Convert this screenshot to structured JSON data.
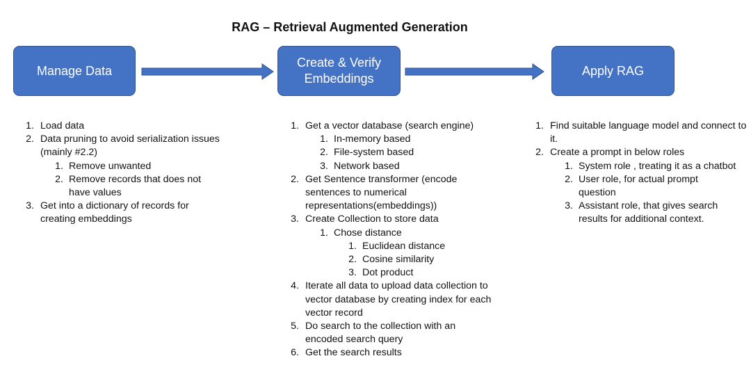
{
  "title": "RAG – Retrieval Augmented Generation",
  "colors": {
    "box_fill": "#4472c4",
    "box_border": "#2f528f",
    "arrow_fill": "#4472c4"
  },
  "stages": [
    {
      "label_line1": "Manage Data",
      "label_line2": ""
    },
    {
      "label_line1": "Create & Verify",
      "label_line2": "Embeddings"
    },
    {
      "label_line1": "Apply RAG",
      "label_line2": ""
    }
  ],
  "columns": [
    {
      "items": [
        {
          "num": "1.",
          "text": "Load data"
        },
        {
          "num": "2.",
          "text": "Data pruning to avoid serialization issues (mainly #2.2)",
          "children": [
            {
              "num": "1.",
              "text": "Remove unwanted"
            },
            {
              "num": "2.",
              "text": "Remove records that does not have values"
            }
          ]
        },
        {
          "num": "3.",
          "text": "Get into a dictionary of records for creating embeddings"
        }
      ]
    },
    {
      "items": [
        {
          "num": "1.",
          "text": "Get a vector database (search engine)",
          "children": [
            {
              "num": "1.",
              "text": "In-memory based"
            },
            {
              "num": "2.",
              "text": "File-system based"
            },
            {
              "num": "3.",
              "text": "Network based"
            }
          ]
        },
        {
          "num": "2.",
          "text": "Get Sentence transformer (encode sentences to numerical representations(embeddings))"
        },
        {
          "num": "3.",
          "text": "Create Collection to store data",
          "children": [
            {
              "num": "1.",
              "text": "Chose distance",
              "children": [
                {
                  "num": "1.",
                  "text": "Euclidean distance"
                },
                {
                  "num": "2.",
                  "text": "Cosine similarity"
                },
                {
                  "num": "3.",
                  "text": "Dot product"
                }
              ]
            }
          ]
        },
        {
          "num": "4.",
          "text": "Iterate all data to upload data collection to vector database by creating index for each vector record"
        },
        {
          "num": "5.",
          "text": "Do search to the collection with an encoded search query"
        },
        {
          "num": "6.",
          "text": "Get the search results"
        }
      ]
    },
    {
      "items": [
        {
          "num": "1.",
          "text": "Find suitable language model and connect to it."
        },
        {
          "num": "2.",
          "text": "Create a prompt in below roles",
          "children": [
            {
              "num": "1.",
              "text": "System role , treating it as a chatbot"
            },
            {
              "num": "2.",
              "text": "User role, for actual prompt question"
            },
            {
              "num": "3.",
              "text": "Assistant role, that gives search results for additional context."
            }
          ]
        }
      ]
    }
  ]
}
